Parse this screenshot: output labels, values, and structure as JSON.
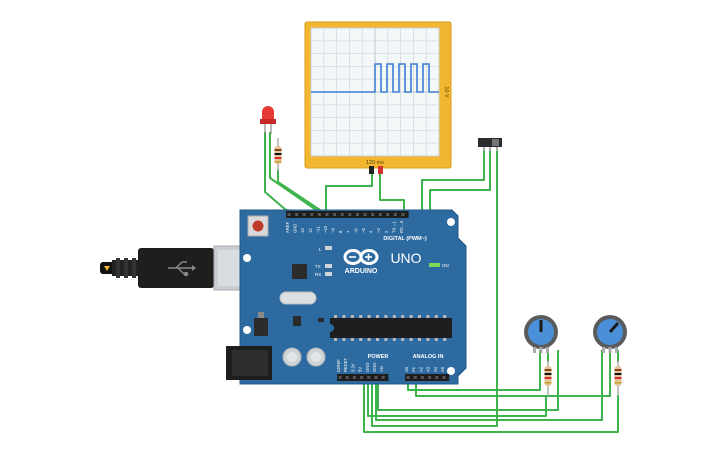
{
  "scope": {
    "time_label": "120 ms",
    "volt_label": "10 V",
    "frame_color": "#f2b630",
    "screen_color": "#f4f7f8",
    "trace_color": "#3b7fd4"
  },
  "board": {
    "logo_text": "ARDUINO",
    "model": "UNO",
    "digital_label": "DIGITAL (PWM~)",
    "power_label": "POWER",
    "analog_label": "ANALOG IN",
    "on_label": "ON",
    "led_l": "L",
    "led_tx": "TX",
    "led_rx": "RX",
    "top_pins": [
      "AREF",
      "GND",
      "13",
      "12",
      "~11",
      "~10",
      "~9",
      "8",
      "7",
      "~6",
      "~5",
      "4",
      "~3",
      "2",
      "TX→1",
      "RX←0"
    ],
    "power_pins": [
      "IOREF",
      "RESET",
      "3.3V",
      "5V",
      "GND",
      "GND",
      "Vin"
    ],
    "analog_pins": [
      "A0",
      "A1",
      "A2",
      "A3",
      "A4",
      "A5"
    ],
    "color": "#2d6aa0"
  },
  "wire_color": "#3cb44b"
}
